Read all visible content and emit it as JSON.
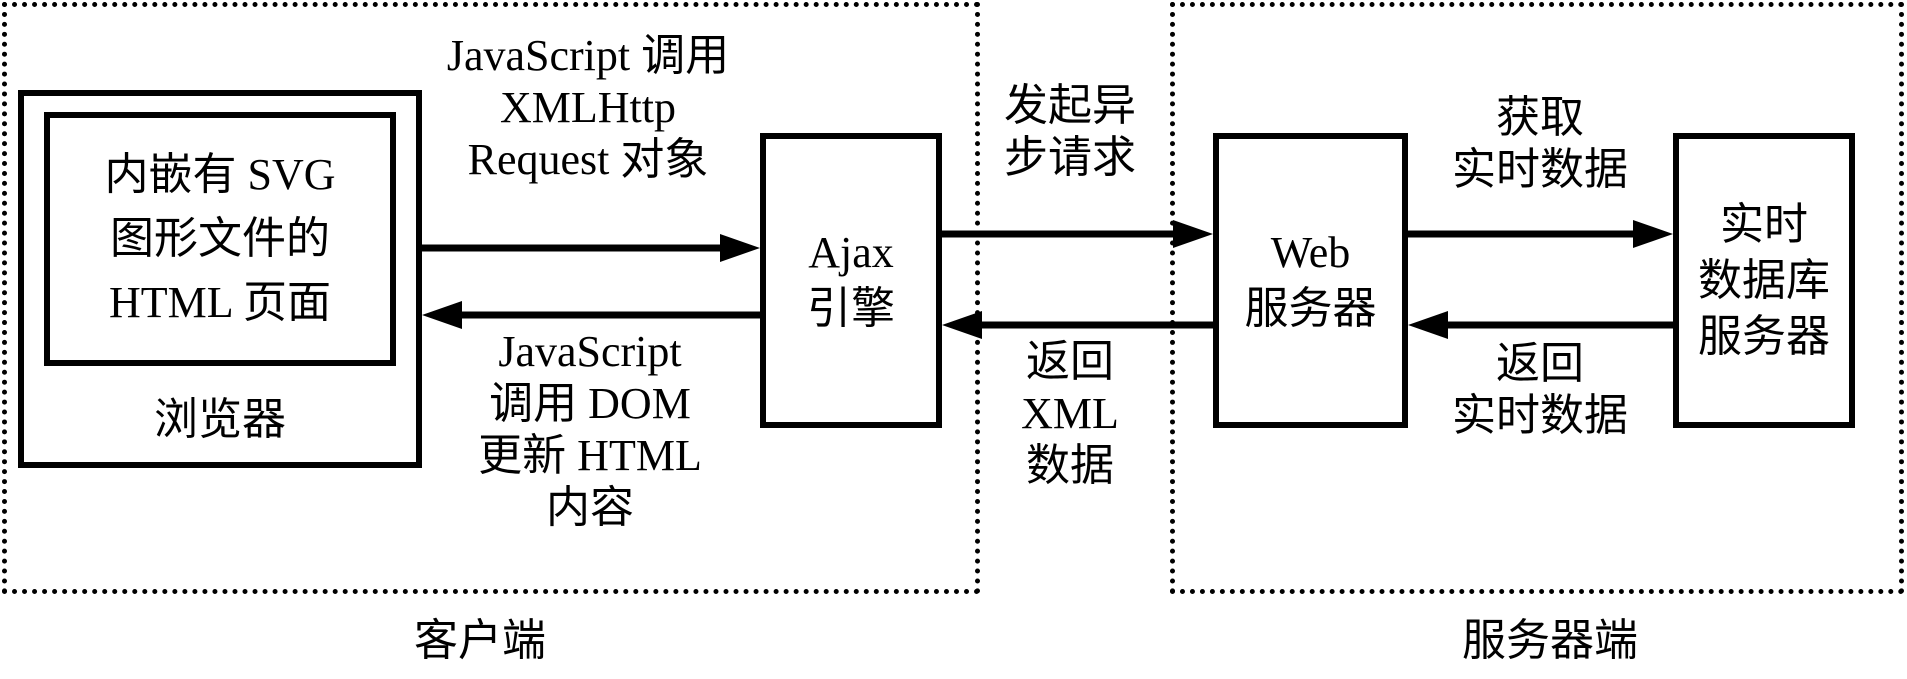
{
  "regions": {
    "client": "客户端",
    "server": "服务器端"
  },
  "nodes": {
    "browser": {
      "inner_lines": [
        "内嵌有 SVG",
        "图形文件的",
        "HTML 页面"
      ],
      "label": "浏览器"
    },
    "ajax": {
      "lines": [
        "Ajax",
        "引擎"
      ]
    },
    "web": {
      "lines": [
        "Web",
        "服务器"
      ]
    },
    "db": {
      "lines": [
        "实时",
        "数据库",
        "服务器"
      ]
    }
  },
  "edges": {
    "browser_to_ajax": [
      "JavaScript 调用",
      "XMLHttp",
      "Request 对象"
    ],
    "ajax_to_browser": [
      "JavaScript",
      "调用 DOM",
      "更新 HTML",
      "内容"
    ],
    "ajax_to_web": [
      "发起异",
      "步请求"
    ],
    "web_to_ajax": [
      "返回",
      "XML",
      "数据"
    ],
    "web_to_db": [
      "获取",
      "实时数据"
    ],
    "db_to_web": [
      "返回",
      "实时数据"
    ]
  }
}
